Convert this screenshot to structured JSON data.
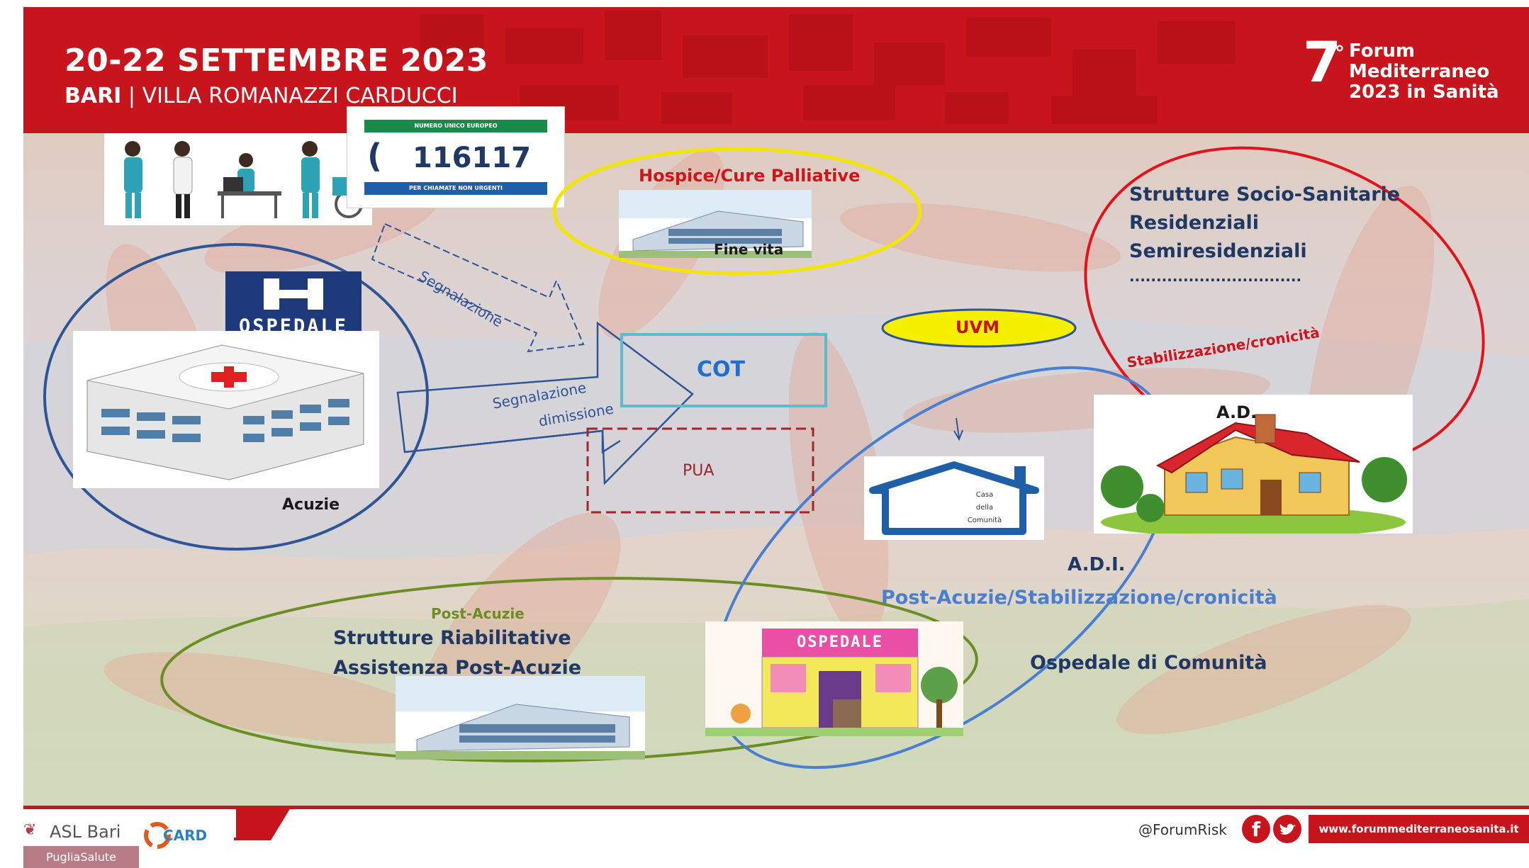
{
  "header": {
    "date": "20-22 SETTEMBRE 2023",
    "city": "BARI",
    "separator": "|",
    "venue": "VILLA ROMANAZZI CARDUCCI",
    "forum_number": "7",
    "forum_degree": "°",
    "forum_line1": "Forum",
    "forum_line2": "Mediterraneo",
    "forum_line3": "2023 in Sanità"
  },
  "phone_card": {
    "top_text": "NUMERO UNICO EUROPEO",
    "number": "116117",
    "bottom_text": "PER CHIAMATE NON URGENTI"
  },
  "hospital": {
    "sign": "OSPEDALE",
    "label": "Acuzie"
  },
  "arrows": {
    "segnalazione": "Segnalazione",
    "segnalazione_dimissione_1": "Segnalazione",
    "segnalazione_dimissione_2": "dimissione"
  },
  "hospice": {
    "title": "Hospice/Cure Palliative",
    "caption": "Fine vita"
  },
  "cot": "COT",
  "pua": "PUA",
  "uvm": "UVM",
  "socio_sanitarie": {
    "line1": "Strutture Socio-Sanitarie",
    "line2": "Residenziali",
    "line3": "Semiresidenziali",
    "dots": "................................",
    "stabilizzazione": "Stabilizzazione/cronicità"
  },
  "ad_label": "A.D.",
  "casa_comunita": {
    "line1": "Casa",
    "line2": "della",
    "line3": "Comunità"
  },
  "adi": {
    "label": "A.D.I.",
    "subtitle": "Post-Acuzie/Stabilizzazione/cronicità"
  },
  "post_acuzie": {
    "title": "Post-Acuzie",
    "line1": "Strutture Riabilitative",
    "line2": "Assistenza Post-Acuzie"
  },
  "ospedale_comunita": {
    "sign": "OSPEDALE",
    "label": "Ospedale di Comunità"
  },
  "footer": {
    "asl": "ASL Bari",
    "puglia": "PugliaSalute",
    "card": "CARD",
    "handle": "@ForumRisk",
    "website": "www.forummediterraneosanita.it"
  },
  "colors": {
    "header_red": "#c8141c",
    "navy": "#1f3864",
    "hospice_red": "#d0141c",
    "ellipse_blue": "#2f5597",
    "ellipse_yellow": "#f2e600",
    "ellipse_red": "#e0141c",
    "ellipse_green": "#6b8e23",
    "cot_box": "#5bbcd0",
    "pua_box": "#a0262a",
    "uvm_fill": "#f5ef00",
    "adi_blue": "#4a7fd0"
  }
}
